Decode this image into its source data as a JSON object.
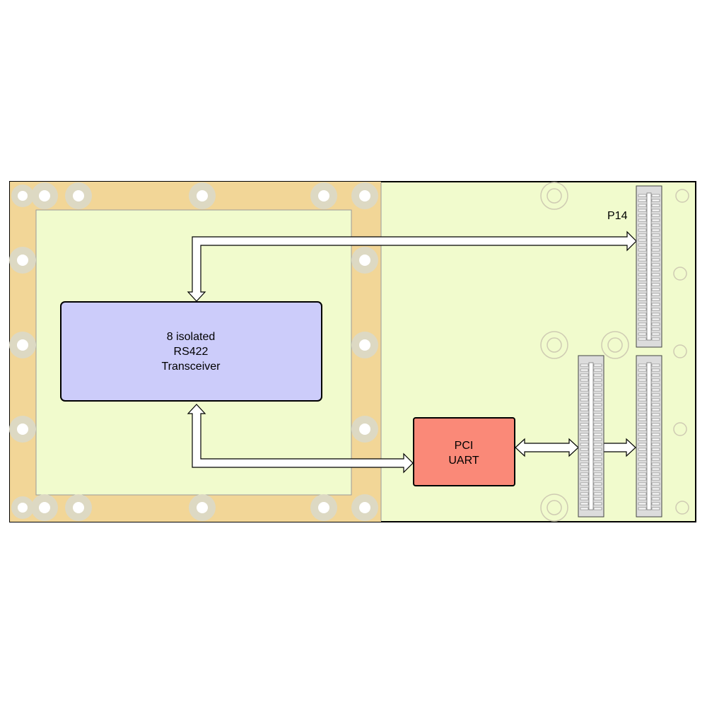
{
  "colors": {
    "board": "#f1fbcd",
    "frame": "#f2d697",
    "transceiver": "#ccccfa",
    "uart": "#fa8978",
    "mount_hole": "#ddd9c3",
    "connector": "#dcdcdc",
    "outline": "#000000"
  },
  "transceiver": {
    "line1": "8 isolated",
    "line2": "RS422",
    "line3": "Transceiver"
  },
  "uart": {
    "line1": "PCI",
    "line2": "UART"
  },
  "connector_label": "P14"
}
